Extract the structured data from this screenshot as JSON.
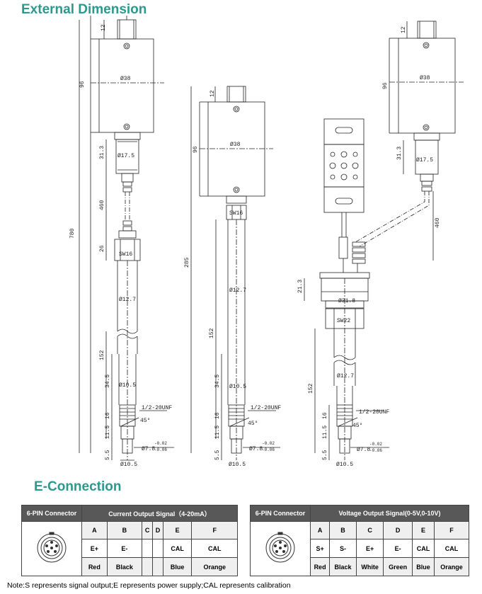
{
  "headings": {
    "external": "External Dimension",
    "econnection": "E-Connection"
  },
  "drawing_labels": {
    "v1": {
      "d12": "12",
      "d96": "96",
      "phi38": "Ø38",
      "d313": "31.3",
      "phi175": "Ø17.5",
      "d460": "460",
      "d780": "780",
      "d26": "26",
      "sw16": "SW16",
      "phi127": "Ø12.7",
      "d152": "152",
      "d345": "34.5",
      "phi105": "Ø10.5",
      "unf": "1/2-20UNF",
      "d16": "16",
      "d115": "11.5",
      "d55": "5.5",
      "angle": "45°",
      "phi78": "Ø7.8",
      "tol_up": "-0.02",
      "tol_dn": "-0.06",
      "phi105b": "Ø10.5"
    },
    "v2": {
      "d12": "12",
      "d96": "96",
      "phi38": "Ø38",
      "sw16": "SW16",
      "d285": "285",
      "phi127": "Ø12.7",
      "d152": "152",
      "d345": "34.5",
      "phi105": "Ø10.5",
      "unf": "1/2-20UNF",
      "d16": "16",
      "d115": "11.5",
      "d55": "5.5",
      "angle": "45°",
      "phi78": "Ø7.8",
      "tol_up": "-0.02",
      "tol_dn": "-0.06",
      "phi105b": "Ø10.5"
    },
    "v3": {
      "d12": "12",
      "d96": "96",
      "phi38": "Ø38",
      "d313": "31.3",
      "phi175": "Ø17.5",
      "d460": "460",
      "d213": "21.3",
      "phi318": "Ø31.8",
      "sw22": "SW22",
      "phi127": "Ø12.7",
      "d152": "152",
      "unf": "1/2-20UNF",
      "d16": "16",
      "d115": "11.5",
      "d55": "5.5",
      "angle": "45°",
      "phi78": "Ø7.8",
      "tol_up": "-0.02",
      "tol_dn": "-0.06",
      "phi105b": "Ø10.5"
    }
  },
  "table_current": {
    "connector_header": "6-PIN Connector",
    "title": "Current Output Signal（4-20mA）",
    "columns": [
      "A",
      "B",
      "C",
      "D",
      "E",
      "F"
    ],
    "signals": [
      "E+",
      "E-",
      "",
      "",
      "CAL",
      "CAL"
    ],
    "colors": [
      "Red",
      "Black",
      "",
      "",
      "Blue",
      "Orange"
    ]
  },
  "table_voltage": {
    "connector_header": "6-PIN Connector",
    "title": "Voltage Output Signal(0-5V,0-10V)",
    "columns": [
      "A",
      "B",
      "C",
      "D",
      "E",
      "F"
    ],
    "signals": [
      "S+",
      "S-",
      "E+",
      "E-",
      "CAL",
      "CAL"
    ],
    "colors": [
      "Red",
      "Black",
      "White",
      "Green",
      "Blue",
      "Orange"
    ]
  },
  "note": "Note:S represents signal output;E represents power supply;CAL represents calibration"
}
